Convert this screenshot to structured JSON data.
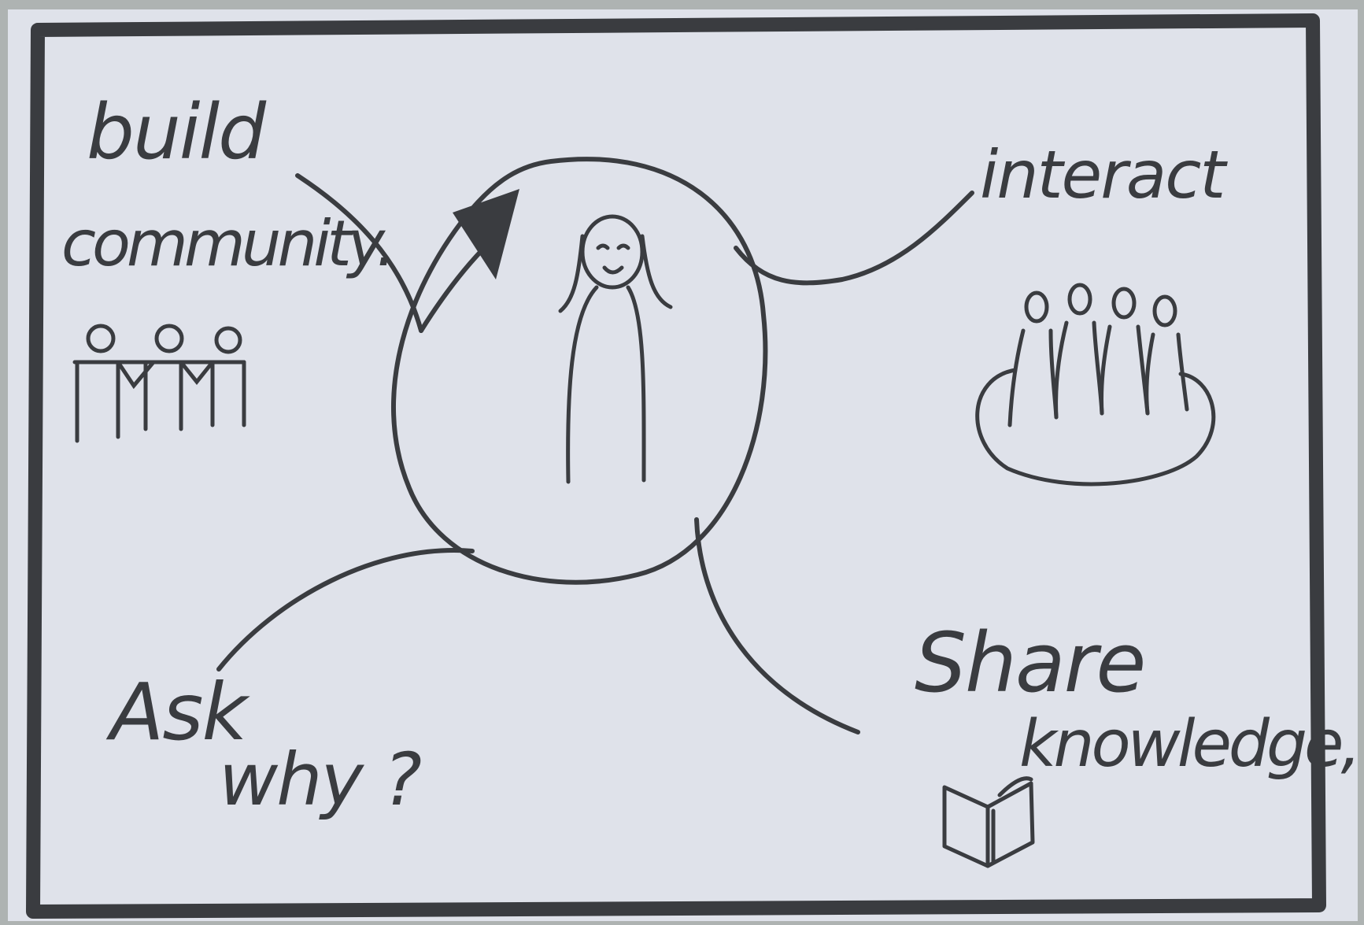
{
  "colors": {
    "ink": "#3a3c40",
    "paper": "#dfe2ea",
    "table_background": "#aeb3b2"
  },
  "labels": {
    "build": "build",
    "community": "community.",
    "interact": "interact",
    "ask": "Ask",
    "why": "why ?",
    "share": "Share",
    "knowledge": "knowledge,"
  },
  "icons": {
    "center": "woman-figure-icon",
    "top_left": "community-group-icon",
    "top_right": "audience-group-icon",
    "bottom_right": "open-book-icon",
    "arrow": "arrow-head-icon"
  }
}
